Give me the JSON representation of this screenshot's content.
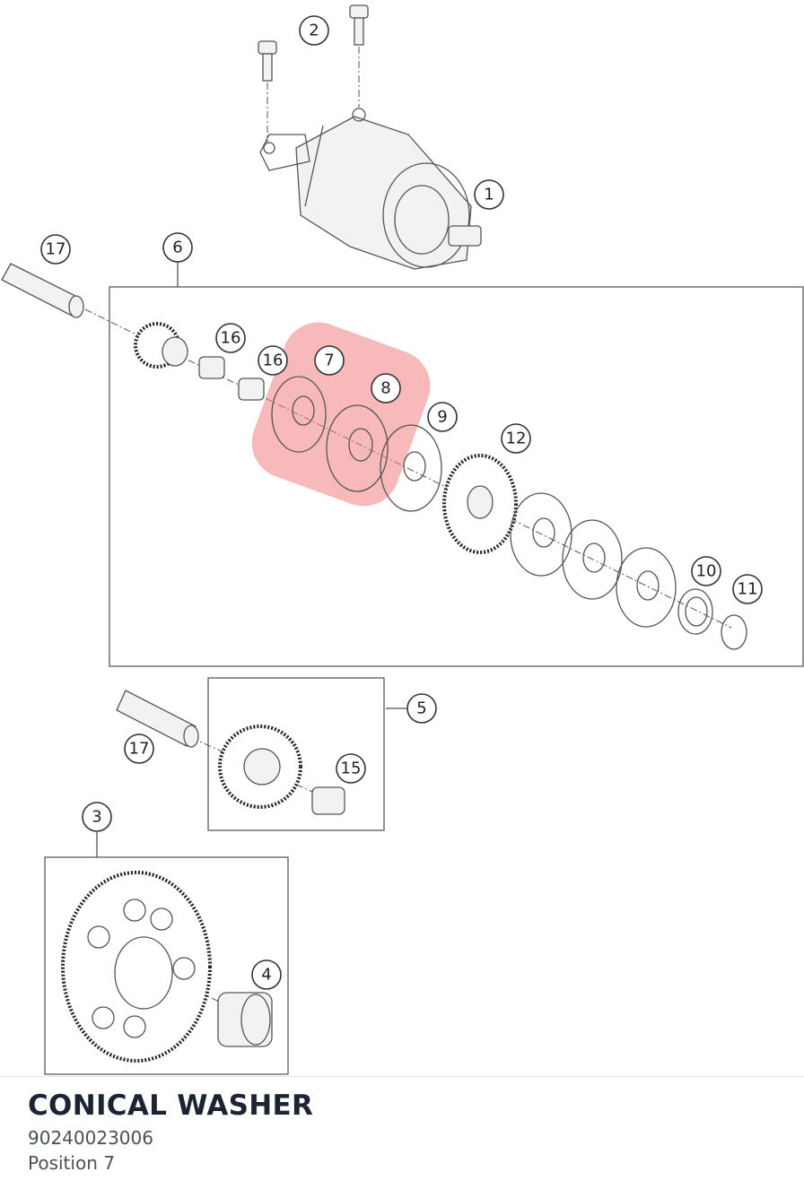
{
  "highlight_color": "#f08080",
  "callouts": {
    "c1": "1",
    "c2": "2",
    "c3": "3",
    "c4": "4",
    "c5": "5",
    "c6": "6",
    "c7": "7",
    "c8": "8",
    "c9": "9",
    "c10": "10",
    "c11": "11",
    "c12": "12",
    "c15": "15",
    "c16a": "16",
    "c16b": "16",
    "c17a": "17",
    "c17b": "17"
  },
  "selected_part": {
    "name": "CONICAL WASHER",
    "number": "90240023006",
    "position": "Position 7"
  }
}
